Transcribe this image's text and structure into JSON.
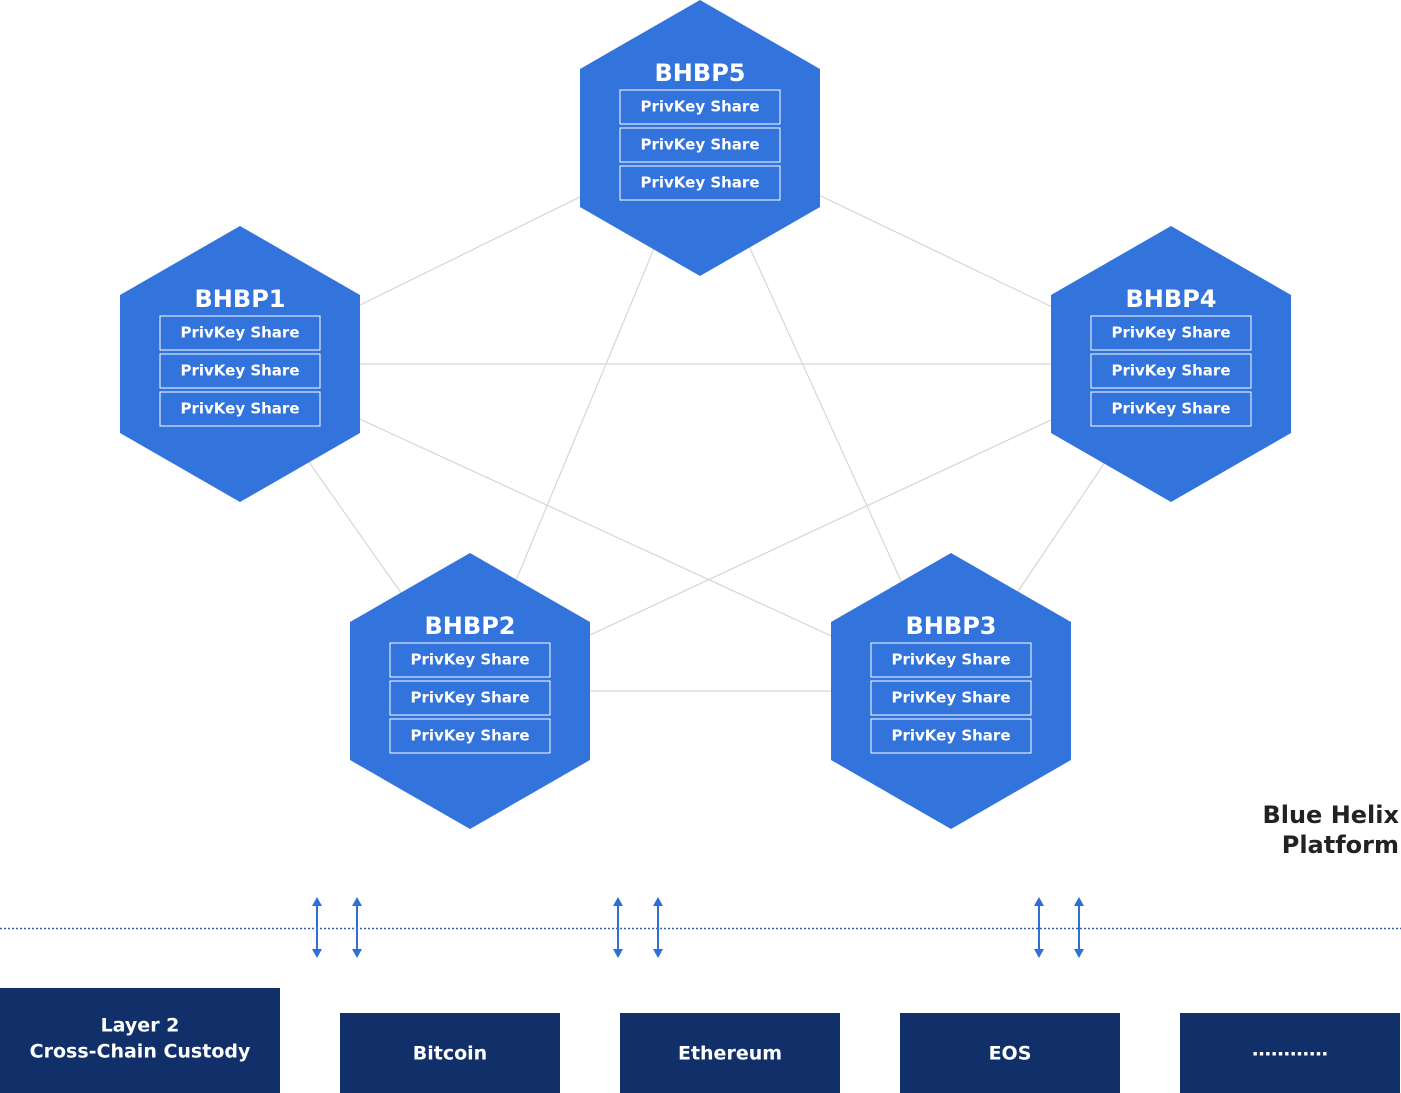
{
  "colors": {
    "hex_fill": "#3273dc",
    "chain_fill": "#11306a",
    "connection": "#d6d6d6",
    "arrow": "#2f6fd6",
    "divider": "#3a5aa8"
  },
  "nodes": [
    {
      "id": "bhbp5",
      "title": "BHBP5",
      "shares": [
        "PrivKey Share",
        "PrivKey Share",
        "PrivKey Share"
      ]
    },
    {
      "id": "bhbp1",
      "title": "BHBP1",
      "shares": [
        "PrivKey Share",
        "PrivKey Share",
        "PrivKey Share"
      ]
    },
    {
      "id": "bhbp4",
      "title": "BHBP4",
      "shares": [
        "PrivKey Share",
        "PrivKey Share",
        "PrivKey Share"
      ]
    },
    {
      "id": "bhbp2",
      "title": "BHBP2",
      "shares": [
        "PrivKey Share",
        "PrivKey Share",
        "PrivKey Share"
      ]
    },
    {
      "id": "bhbp3",
      "title": "BHBP3",
      "shares": [
        "PrivKey Share",
        "PrivKey Share",
        "PrivKey Share"
      ]
    }
  ],
  "connections": [
    [
      "bhbp5",
      "bhbp1"
    ],
    [
      "bhbp5",
      "bhbp4"
    ],
    [
      "bhbp5",
      "bhbp2"
    ],
    [
      "bhbp5",
      "bhbp3"
    ],
    [
      "bhbp1",
      "bhbp4"
    ],
    [
      "bhbp1",
      "bhbp2"
    ],
    [
      "bhbp1",
      "bhbp3"
    ],
    [
      "bhbp4",
      "bhbp2"
    ],
    [
      "bhbp4",
      "bhbp3"
    ],
    [
      "bhbp2",
      "bhbp3"
    ]
  ],
  "platform": {
    "line1": "Blue Helix",
    "line2": "Platform"
  },
  "chains": [
    {
      "id": "layer2",
      "lines": [
        "Layer 2",
        "Cross-Chain Custody"
      ]
    },
    {
      "id": "bitcoin",
      "lines": [
        "Bitcoin"
      ]
    },
    {
      "id": "ethereum",
      "lines": [
        "Ethereum"
      ]
    },
    {
      "id": "eos",
      "lines": [
        "EOS"
      ]
    },
    {
      "id": "more",
      "lines": [
        "…………"
      ]
    }
  ]
}
